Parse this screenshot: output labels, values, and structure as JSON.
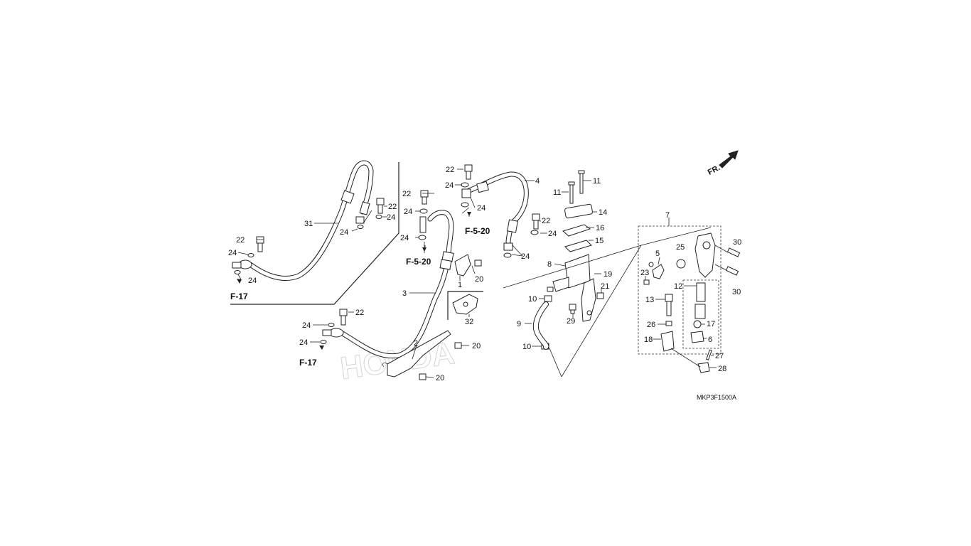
{
  "diagram": {
    "fr_label": "FR.",
    "image_code": "MKP3F1500A",
    "watermark": "HONDA",
    "labels": [
      {
        "id": "c22a",
        "text": "22"
      },
      {
        "id": "c24a",
        "text": "24"
      },
      {
        "id": "c4",
        "text": "4"
      },
      {
        "id": "c22b",
        "text": "22"
      },
      {
        "id": "c24b",
        "text": "24"
      },
      {
        "id": "c24c",
        "text": "24"
      },
      {
        "id": "c24d",
        "text": "24"
      },
      {
        "id": "c22c",
        "text": "22"
      },
      {
        "id": "c24e",
        "text": "24"
      },
      {
        "id": "c24f",
        "text": "24"
      },
      {
        "id": "c11a",
        "text": "11"
      },
      {
        "id": "c11b",
        "text": "11"
      },
      {
        "id": "c14",
        "text": "14"
      },
      {
        "id": "c16",
        "text": "16"
      },
      {
        "id": "c15",
        "text": "15"
      },
      {
        "id": "c8",
        "text": "8"
      },
      {
        "id": "c19",
        "text": "19"
      },
      {
        "id": "c21",
        "text": "21"
      },
      {
        "id": "c10a",
        "text": "10"
      },
      {
        "id": "c9",
        "text": "9"
      },
      {
        "id": "c29",
        "text": "29"
      },
      {
        "id": "c10b",
        "text": "10"
      },
      {
        "id": "c20a",
        "text": "20"
      },
      {
        "id": "c1",
        "text": "1"
      },
      {
        "id": "c3",
        "text": "3"
      },
      {
        "id": "c32",
        "text": "32"
      },
      {
        "id": "c2",
        "text": "2"
      },
      {
        "id": "c20b",
        "text": "20"
      },
      {
        "id": "c20c",
        "text": "20"
      },
      {
        "id": "c22d",
        "text": "22"
      },
      {
        "id": "c24g",
        "text": "24"
      },
      {
        "id": "c24h",
        "text": "24"
      },
      {
        "id": "c31",
        "text": "31"
      },
      {
        "id": "c22e",
        "text": "22"
      },
      {
        "id": "c24i",
        "text": "24"
      },
      {
        "id": "c22f",
        "text": "22"
      },
      {
        "id": "c24j",
        "text": "24"
      },
      {
        "id": "c24k",
        "text": "24"
      },
      {
        "id": "c24l",
        "text": "24"
      },
      {
        "id": "c7",
        "text": "7"
      },
      {
        "id": "c30a",
        "text": "30"
      },
      {
        "id": "c25",
        "text": "25"
      },
      {
        "id": "c5",
        "text": "5"
      },
      {
        "id": "c23",
        "text": "23"
      },
      {
        "id": "c30b",
        "text": "30"
      },
      {
        "id": "c12",
        "text": "12"
      },
      {
        "id": "c13",
        "text": "13"
      },
      {
        "id": "c26",
        "text": "26"
      },
      {
        "id": "c17",
        "text": "17"
      },
      {
        "id": "c18",
        "text": "18"
      },
      {
        "id": "c6",
        "text": "6"
      },
      {
        "id": "c27",
        "text": "27"
      },
      {
        "id": "c28",
        "text": "28"
      }
    ],
    "refs": [
      {
        "id": "rF520a",
        "text": "F-5-20"
      },
      {
        "id": "rF520b",
        "text": "F-5-20"
      },
      {
        "id": "rF17a",
        "text": "F-17"
      },
      {
        "id": "rF17b",
        "text": "F-17"
      }
    ]
  }
}
